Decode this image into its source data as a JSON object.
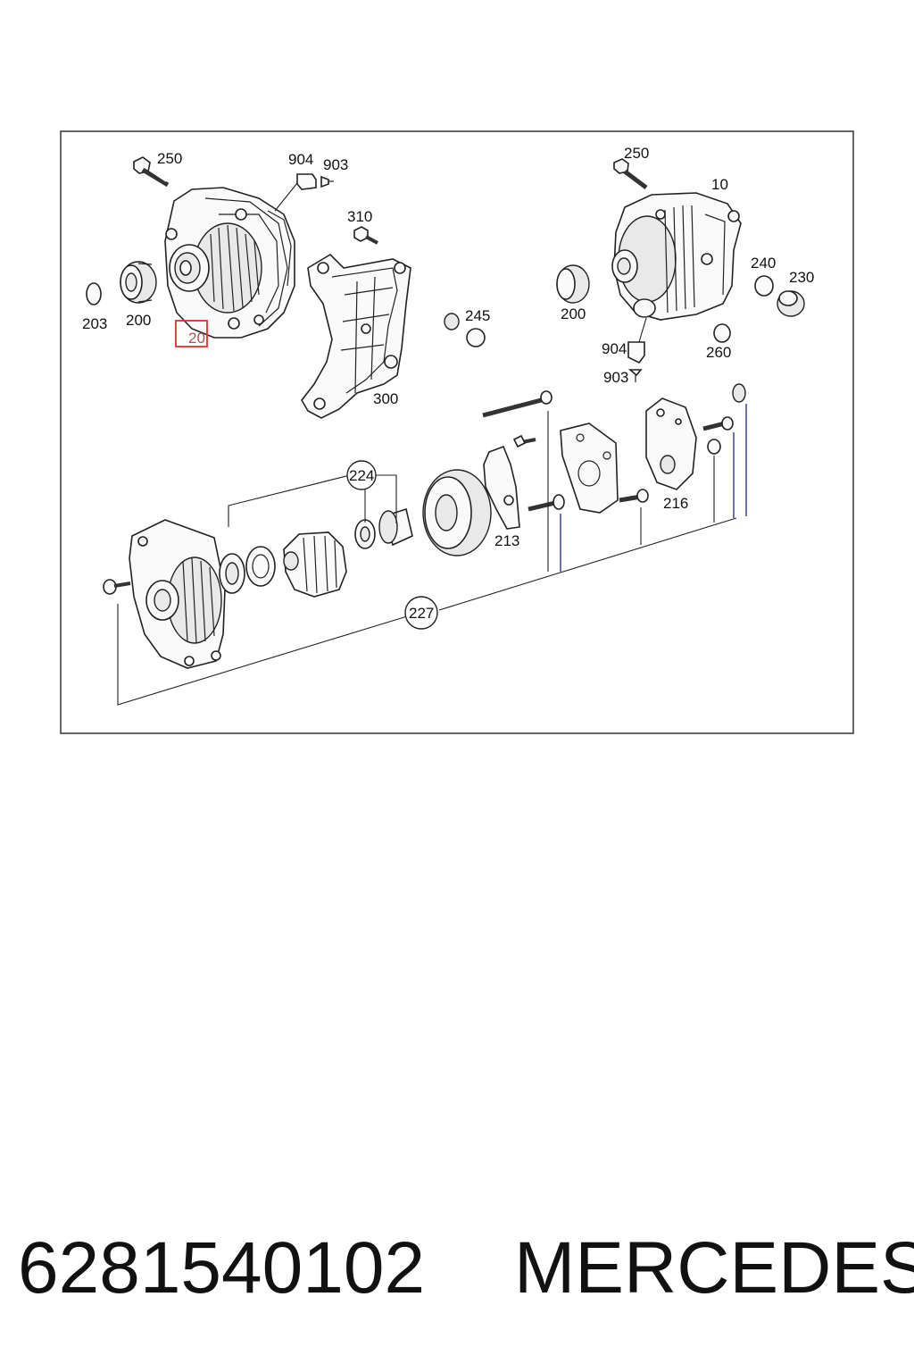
{
  "diagram": {
    "labels": {
      "l250a": "250",
      "l904a": "904",
      "l903a": "903",
      "l310": "310",
      "l203": "203",
      "l200a": "200",
      "l20": "20",
      "l245": "245",
      "l300": "300",
      "l250b": "250",
      "l10": "10",
      "l240": "240",
      "l230": "230",
      "l200b": "200",
      "l904b": "904",
      "l903b": "903",
      "l260": "260",
      "l224": "224",
      "l213": "213",
      "l216": "216",
      "l227": "227"
    },
    "colors": {
      "highlight_box": "#e03030",
      "highlight_text": "#b05050",
      "lead_blue": "#2a3a8c"
    }
  },
  "footer": {
    "part_number": "6281540102",
    "brand": "MERCEDES"
  }
}
